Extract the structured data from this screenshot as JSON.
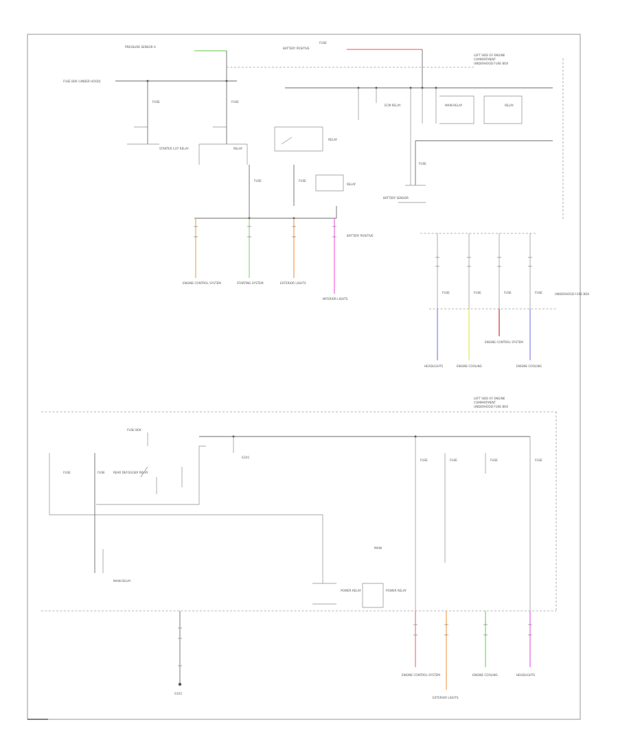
{
  "diagram": {
    "labels": {
      "top_left_feed": "PRESSURE SENSOR A",
      "top_fuse": "FUSE",
      "battery_feed": "BATTERY POSITIVE",
      "left_feed": "FUSE BOX (UNDER HOOD)",
      "right_header_1": "LEFT SIDE OF ENGINE",
      "right_header_2": "COMPARTMENT",
      "right_header_3": "UNDERHOOD FUSE BOX",
      "fuse_a": "FUSE",
      "fuse_b": "FUSE",
      "relay_1": "RELAY",
      "relay_2": "RELAY",
      "relay_3": "RELAY",
      "starter_cut": "STARTER CUT RELAY",
      "ecm_relay": "ECM RELAY",
      "main_relay": "MAIN RELAY",
      "batt_sensor": "BATTERY SENSOR",
      "low_header_1": "LEFT SIDE OF ENGINE",
      "low_header_2": "COMPARTMENT",
      "low_feed": "FUSE BOX",
      "g1": "G101",
      "bottom_left": "REAR DEFOGGER RELAY",
      "pwr_relay_1": "POWER RELAY",
      "pwr_relay_2": "POWER RELAY",
      "mid_note": "MAIN"
    },
    "destinations": {
      "d1": "ENGINE CONTROL SYSTEM",
      "d2": "STARTING SYSTEM",
      "d3": "EXTERIOR LIGHTS",
      "d4": "INTERIOR LIGHTS",
      "r1": "HEADLIGHTS",
      "r2": "ENGINE COOLING",
      "r3": "ENGINE CONTROL SYSTEM",
      "r4": "ENGINE COOLING",
      "b1": "ENGINE CONTROL SYSTEM",
      "b2": "EXTERIOR LIGHTS",
      "b3": "ENGINE COOLING",
      "b4": "HEADLIGHTS"
    },
    "colors": {
      "green": "#7fd46a",
      "red": "#f07070",
      "yellow_orange": "#e0b860",
      "light_green": "#8edc82",
      "orange": "#f0a060",
      "pink": "#f070e0",
      "blue": "#8a8af0",
      "yellow": "#e8e860",
      "dark_red": "#d04040",
      "violet": "#9090e8",
      "b_red": "#f08080",
      "b_orange": "#f0a860",
      "b_green": "#80d870",
      "b_pink": "#e070e0"
    }
  }
}
